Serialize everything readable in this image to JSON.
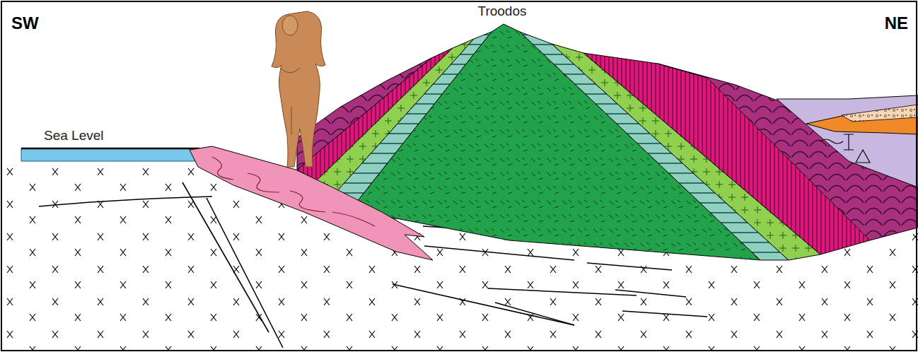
{
  "diagram": {
    "labels": [
      "SW",
      "NE",
      "Troodos",
      "Sea Level"
    ]
  }
}
